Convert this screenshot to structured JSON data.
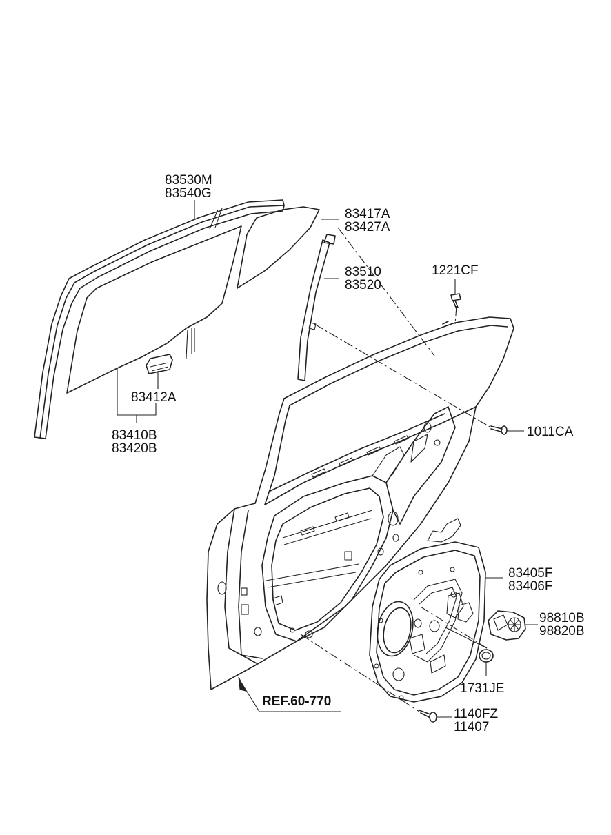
{
  "labels": {
    "p83530M": "83530M",
    "p83540G": "83540G",
    "p83417A": "83417A",
    "p83427A": "83427A",
    "p83510": "83510",
    "p83520": "83520",
    "p1221CF": "1221CF",
    "p83412A": "83412A",
    "p83410B": "83410B",
    "p83420B": "83420B",
    "p1011CA": "1011CA",
    "p83405F": "83405F",
    "p83406F": "83406F",
    "p98810B": "98810B",
    "p98820B": "98820B",
    "p1731JE": "1731JE",
    "p1140FZ": "1140FZ",
    "p11407": "11407",
    "ref": "REF.60-770"
  }
}
